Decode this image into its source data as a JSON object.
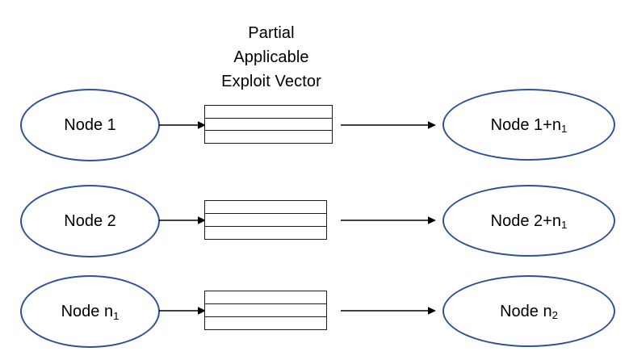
{
  "diagram": {
    "title_lines": [
      "Partial",
      "Applicable",
      "Exploit Vector"
    ],
    "colors": {
      "ellipse_stroke": "#2E5395",
      "box_stroke": "#1A1A1A",
      "arrow": "#000000",
      "text": "#000000",
      "background": "#FFFFFF"
    },
    "vector_row_count": 3,
    "rows": [
      {
        "source_node": {
          "text": "Node 1",
          "base": "Node 1",
          "subscript": ""
        },
        "vector_label": "partial-applicable-exploit-vector",
        "target_node": {
          "text": "Node 1+n1",
          "base": "Node 1+n",
          "subscript": "1"
        }
      },
      {
        "source_node": {
          "text": "Node 2",
          "base": "Node 2",
          "subscript": ""
        },
        "vector_label": "partial-applicable-exploit-vector",
        "target_node": {
          "text": "Node 2+n1",
          "base": "Node 2+n",
          "subscript": "1"
        }
      },
      {
        "source_node": {
          "text": "Node n1",
          "base": "Node n",
          "subscript": "1"
        },
        "vector_label": "partial-applicable-exploit-vector",
        "target_node": {
          "text": "Node n2",
          "base": "Node n",
          "subscript": "2"
        }
      }
    ]
  }
}
